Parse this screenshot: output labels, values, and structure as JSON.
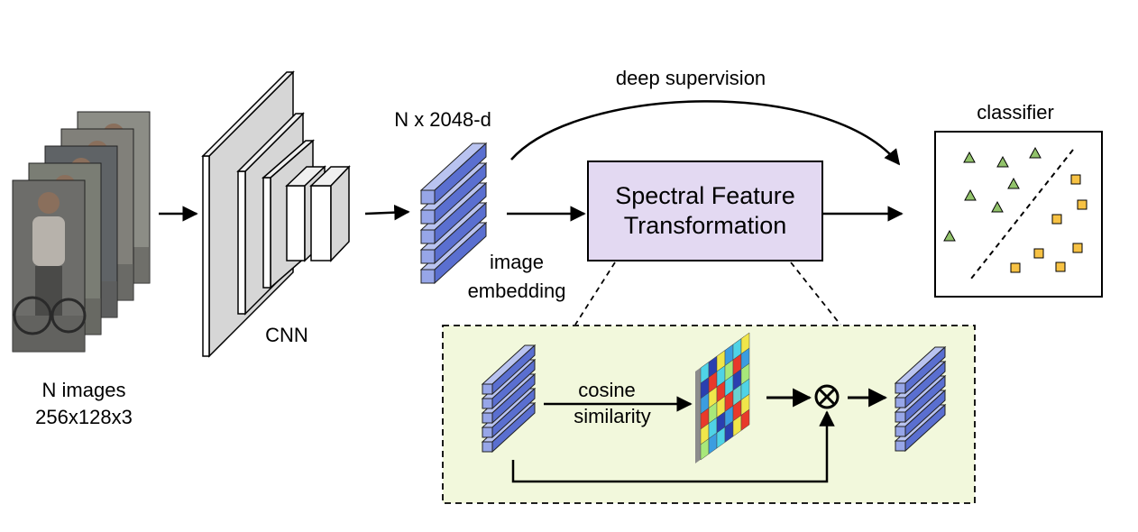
{
  "input": {
    "label_line1": "N images",
    "label_line2": "256x128x3",
    "image_count": 5
  },
  "backbone": {
    "label": "CNN"
  },
  "embedding": {
    "dim_label": "N x 2048-d",
    "label_line1": "image",
    "label_line2": "embedding"
  },
  "supervision": {
    "label": "deep supervision"
  },
  "sft_box": {
    "label_line1": "Spectral Feature",
    "label_line2": "Transformation",
    "fill_color": "#e3d9f2"
  },
  "classifier": {
    "label": "classifier",
    "class_a_marker": "green-triangle",
    "class_b_marker": "orange-square",
    "class_a_color": "#92c36b",
    "class_b_color": "#f7c244"
  },
  "detail": {
    "op_label_line1": "cosine",
    "op_label_line2": "similarity",
    "multiply_symbol": "⊗",
    "background_color": "#f2f8dc"
  },
  "colors": {
    "feature_bar": "#97a6e8",
    "feature_bar_dark": "#5a6fd0"
  }
}
